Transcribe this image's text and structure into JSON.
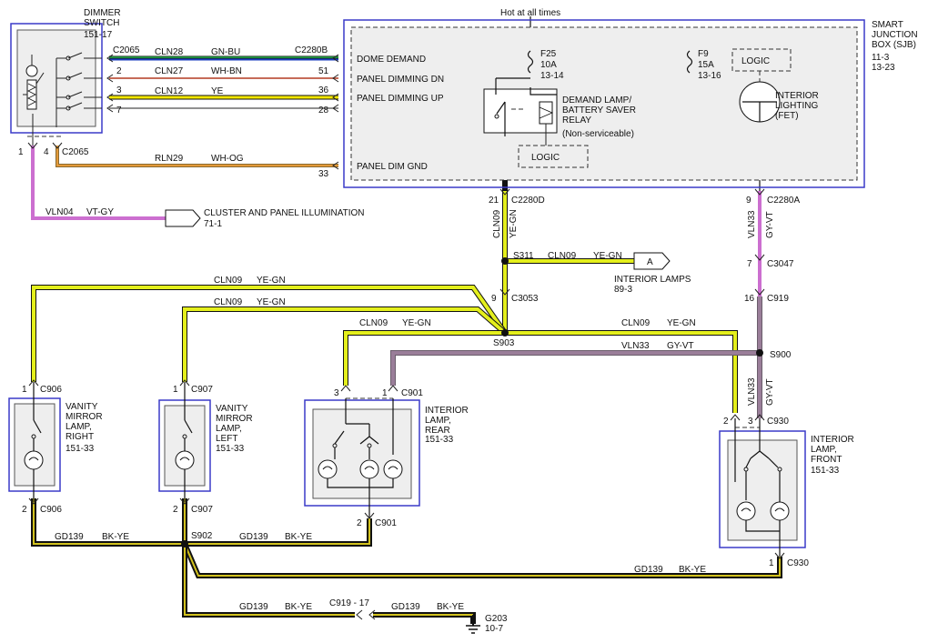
{
  "components": {
    "dimmer_switch": {
      "name": "DIMMER\nSWITCH",
      "ref": "151-17"
    },
    "sjb": {
      "name": "SMART\nJUNCTION\nBOX (SJB)",
      "refs": "11-3\n13-23"
    },
    "hot": "Hot at all times",
    "f25": {
      "name": "F25",
      "rating": "10A",
      "ref": "13-14"
    },
    "f9": {
      "name": "F9",
      "rating": "15A",
      "ref": "13-16"
    },
    "logic1": "LOGIC",
    "logic2": "LOGIC",
    "relay": "DEMAND LAMP/\nBATTERY SAVER\nRELAY",
    "relay_note": "(Non-serviceable)",
    "interior_lighting": "INTERIOR\nLIGHTING\n(FET)",
    "sjb_pins": {
      "dome": "DOME DEMAND",
      "dim_dn": "PANEL DIMMING DN",
      "dim_up": "PANEL DIMMING UP",
      "dim_gnd": "PANEL DIM GND"
    },
    "cluster": {
      "name": "CLUSTER AND PANEL ILLUMINATION",
      "ref": "71-1"
    },
    "interior_lamps": {
      "letter": "A",
      "name": "INTERIOR LAMPS",
      "ref": "89-3"
    },
    "vanity_right": {
      "name": "VANITY\nMIRROR\nLAMP,\nRIGHT",
      "ref": "151-33"
    },
    "vanity_left": {
      "name": "VANITY\nMIRROR\nLAMP,\nLEFT",
      "ref": "151-33"
    },
    "lamp_rear": {
      "name": "INTERIOR\nLAMP,\nREAR",
      "ref": "151-33"
    },
    "lamp_front": {
      "name": "INTERIOR\nLAMP,\nFRONT",
      "ref": "151-33"
    },
    "ground": {
      "name": "G203",
      "ref": "10-7"
    }
  },
  "connectors": {
    "c2065a": "C2065",
    "c2065b": "C2065",
    "c2280b": "C2280B",
    "c2280d": "C2280D",
    "c2280a": "C2280A",
    "s311": "S311",
    "c3053": "C3053",
    "c3047": "C3047",
    "c919": "C919",
    "s903": "S903",
    "s900": "S900",
    "c906a": "C906",
    "c906b": "C906",
    "c907a": "C907",
    "c907b": "C907",
    "c901a": "C901",
    "c901b": "C901",
    "c930a": "C930",
    "c930b": "C930",
    "s902": "S902",
    "c919_17": "C919 - 17"
  },
  "pins": {
    "p1": "1",
    "p2": "2",
    "p3": "3",
    "p7": "7",
    "p51": "51",
    "p36": "36",
    "p28": "28",
    "p33": "33",
    "dimmer1": "1",
    "dimmer4": "4",
    "p21": "21",
    "p9a": "9",
    "p9b": "9",
    "p7b": "7",
    "p16": "16",
    "vr1": "1",
    "vr2": "2",
    "vl1": "1",
    "vl2": "2",
    "rr3": "3",
    "rr1": "1",
    "rr2": "2",
    "f2": "2",
    "f3": "3",
    "f1": "1"
  },
  "circuits": {
    "cln28": {
      "id": "CLN28",
      "color": "GN-BU"
    },
    "cln27": {
      "id": "CLN27",
      "color": "WH-BN"
    },
    "cln12": {
      "id": "CLN12",
      "color": "YE"
    },
    "rln29": {
      "id": "RLN29",
      "color": "WH-OG"
    },
    "vln04": {
      "id": "VLN04",
      "color": "VT-GY"
    },
    "cln09_v": {
      "id": "CLN09",
      "color": "YE-GN"
    },
    "cln09_a": {
      "id": "CLN09",
      "color": "YE-GN"
    },
    "cln09_r": {
      "id": "CLN09",
      "color": "YE-GN"
    },
    "cln09_l": {
      "id": "CLN09",
      "color": "YE-GN"
    },
    "cln09_rr": {
      "id": "CLN09",
      "color": "YE-GN"
    },
    "cln09_f": {
      "id": "CLN09",
      "color": "YE-GN"
    },
    "vln33_v": {
      "id": "VLN33",
      "color": "GY-VT"
    },
    "vln33_h": {
      "id": "VLN33",
      "color": "GY-VT"
    },
    "vln33_v2": {
      "id": "VLN33",
      "color": "GY-VT"
    },
    "gd139_a": {
      "id": "GD139",
      "color": "BK-YE"
    },
    "gd139_b": {
      "id": "GD139",
      "color": "BK-YE"
    },
    "gd139_c": {
      "id": "GD139",
      "color": "BK-YE"
    },
    "gd139_d": {
      "id": "GD139",
      "color": "BK-YE"
    },
    "gd139_e": {
      "id": "GD139",
      "color": "BK-YE"
    }
  },
  "colors": {
    "ye_gn": "#e4ef1c",
    "gn_bu_a": "#1f8a3a",
    "gn_bu_b": "#1c3fbf",
    "wh_bn": "#b33a20",
    "ye": "#f2e600",
    "wh_og": "#e39a3a",
    "vt_gy": "#cc6fd0",
    "gy_vt": "#9a7e99",
    "bk_ye": "#d2c21e",
    "black": "#111111",
    "box": "#3a3ac8"
  }
}
